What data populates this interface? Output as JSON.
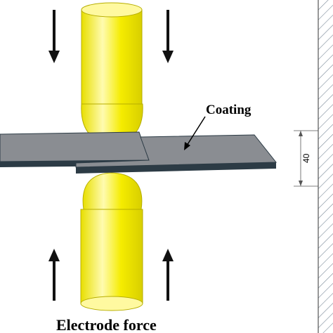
{
  "labels": {
    "coating": "Coating",
    "electrode_force": "Electrode force",
    "dimension": "40"
  },
  "colors": {
    "electrode": "#f5ec00",
    "electrode_highlight": "#fffbb0",
    "sheet_top": "#8a8d92",
    "sheet_edge": "#2c3b45",
    "hatch": "#7b8a99"
  }
}
